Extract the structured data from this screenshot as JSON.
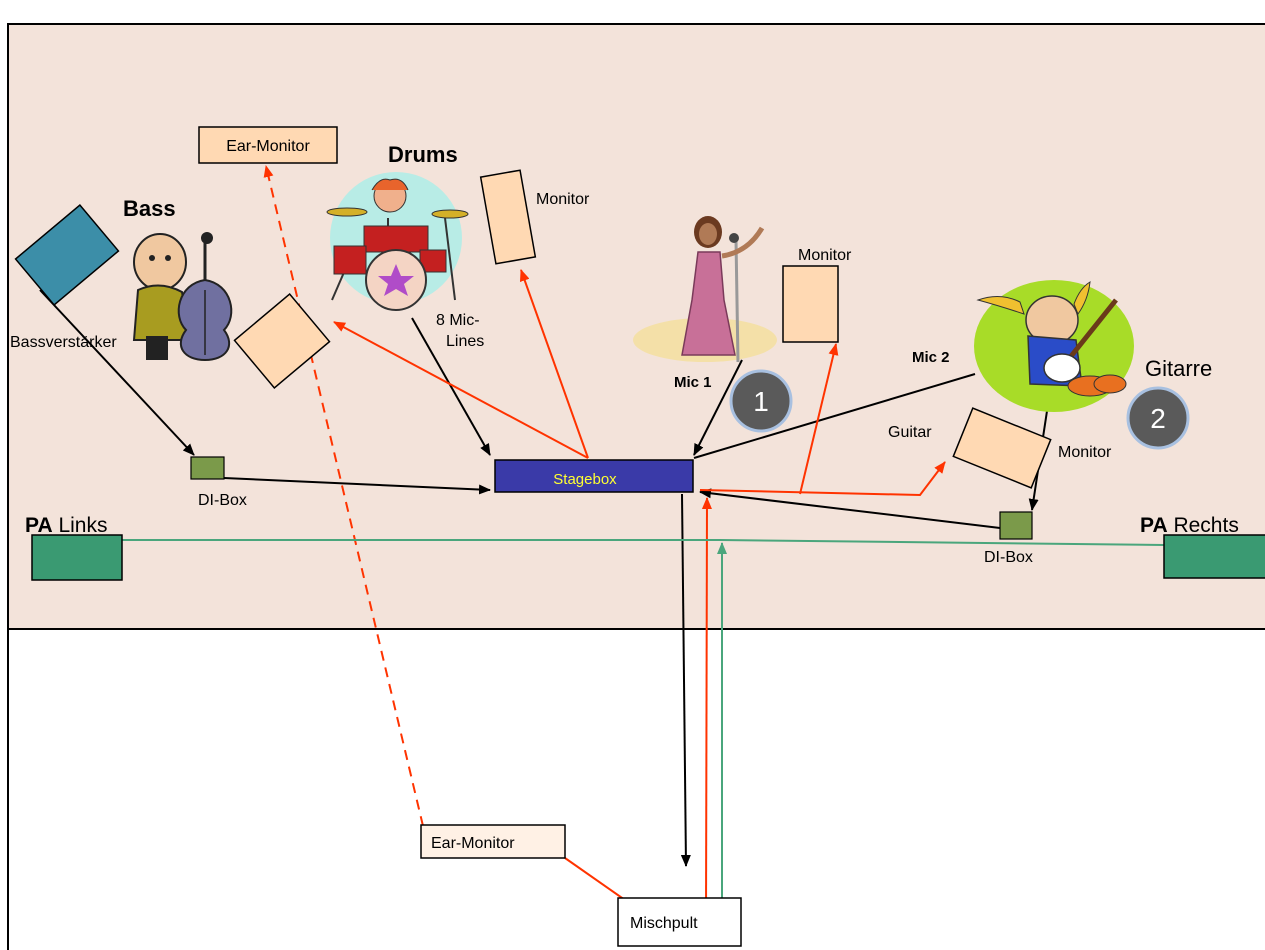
{
  "labels": {
    "ear_monitor_top": "Ear-Monitor",
    "drums": "Drums",
    "monitor_drums": "Monitor",
    "bass": "Bass",
    "bassverstaerker": "Bassverstärker",
    "mic_lines_1": "8 Mic-",
    "mic_lines_2": "Lines",
    "monitor_singer": "Monitor",
    "mic1": "Mic 1",
    "mic2": "Mic 2",
    "gitarre": "Gitarre",
    "guitar": "Guitar",
    "monitor_guitar": "Monitor",
    "stagebox": "Stagebox",
    "dibox_left": "DI-Box",
    "dibox_right": "DI-Box",
    "pa_links_bold": "PA",
    "pa_links_rest": " Links",
    "pa_rechts_bold": "PA",
    "pa_rechts_rest": " Rechts",
    "ear_monitor_bottom": "Ear-Monitor",
    "mischpult": "Mischpult"
  },
  "badges": [
    "1",
    "2"
  ],
  "colors": {
    "stage_background": "#f3e3da",
    "box_fill": "#ffd9b3",
    "stagebox_fill": "#3a3aa8",
    "stagebox_text": "#ffff33",
    "di_box": "#7b9a4a",
    "pa_speaker": "#3a9a72",
    "bass_amp": "#3c8ea8",
    "signal_black": "#000000",
    "monitor_red": "#ff3300",
    "pa_green": "#4aa67c",
    "badge": "#5a5a5a"
  },
  "icons": [
    "drums-icon",
    "bass-player-icon",
    "singer-icon",
    "guitarist-icon"
  ]
}
